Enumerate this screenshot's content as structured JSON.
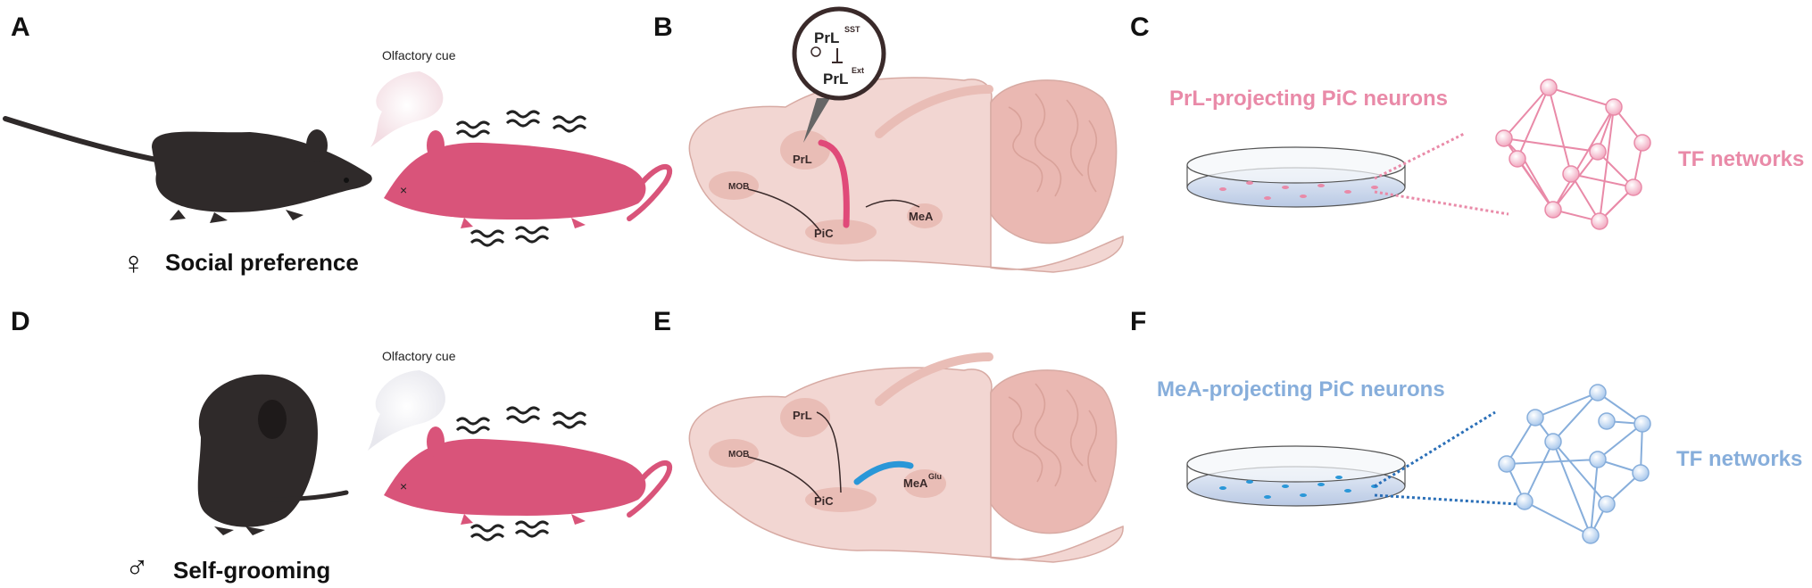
{
  "panels": {
    "A": {
      "letter": "A",
      "cue": "Olfactory cue",
      "symbol": "♀",
      "label": "Social preference"
    },
    "B": {
      "letter": "B",
      "inset_top": "PrL",
      "inset_top_sup": "SST",
      "inset_bottom": "PrL",
      "inset_bottom_sup": "Ext",
      "regions": {
        "mob": "MOB",
        "prl": "PrL",
        "pic": "PiC",
        "mea": "MeA"
      }
    },
    "C": {
      "letter": "C",
      "title": "PrL-projecting PiC neurons",
      "network": "TF networks"
    },
    "D": {
      "letter": "D",
      "cue": "Olfactory cue",
      "symbol": "♂",
      "label": "Self-grooming"
    },
    "E": {
      "letter": "E",
      "regions": {
        "mob": "MOB",
        "prl": "PrL",
        "pic": "PiC",
        "mea": "MeA",
        "mea_sup": "Glu"
      }
    },
    "F": {
      "letter": "F",
      "title": "MeA-projecting PiC neurons",
      "network": "TF networks"
    }
  },
  "colors": {
    "pink": "#e98aa8",
    "blue": "#87aedb",
    "mouse_pink": "#d9547a",
    "mouse_dark": "#2f2a2a",
    "brain_fill": "#f2d6d2",
    "brain_region": "#e9bdb6",
    "pink_tract": "#e04a79",
    "blue_tract": "#2a97d8"
  }
}
